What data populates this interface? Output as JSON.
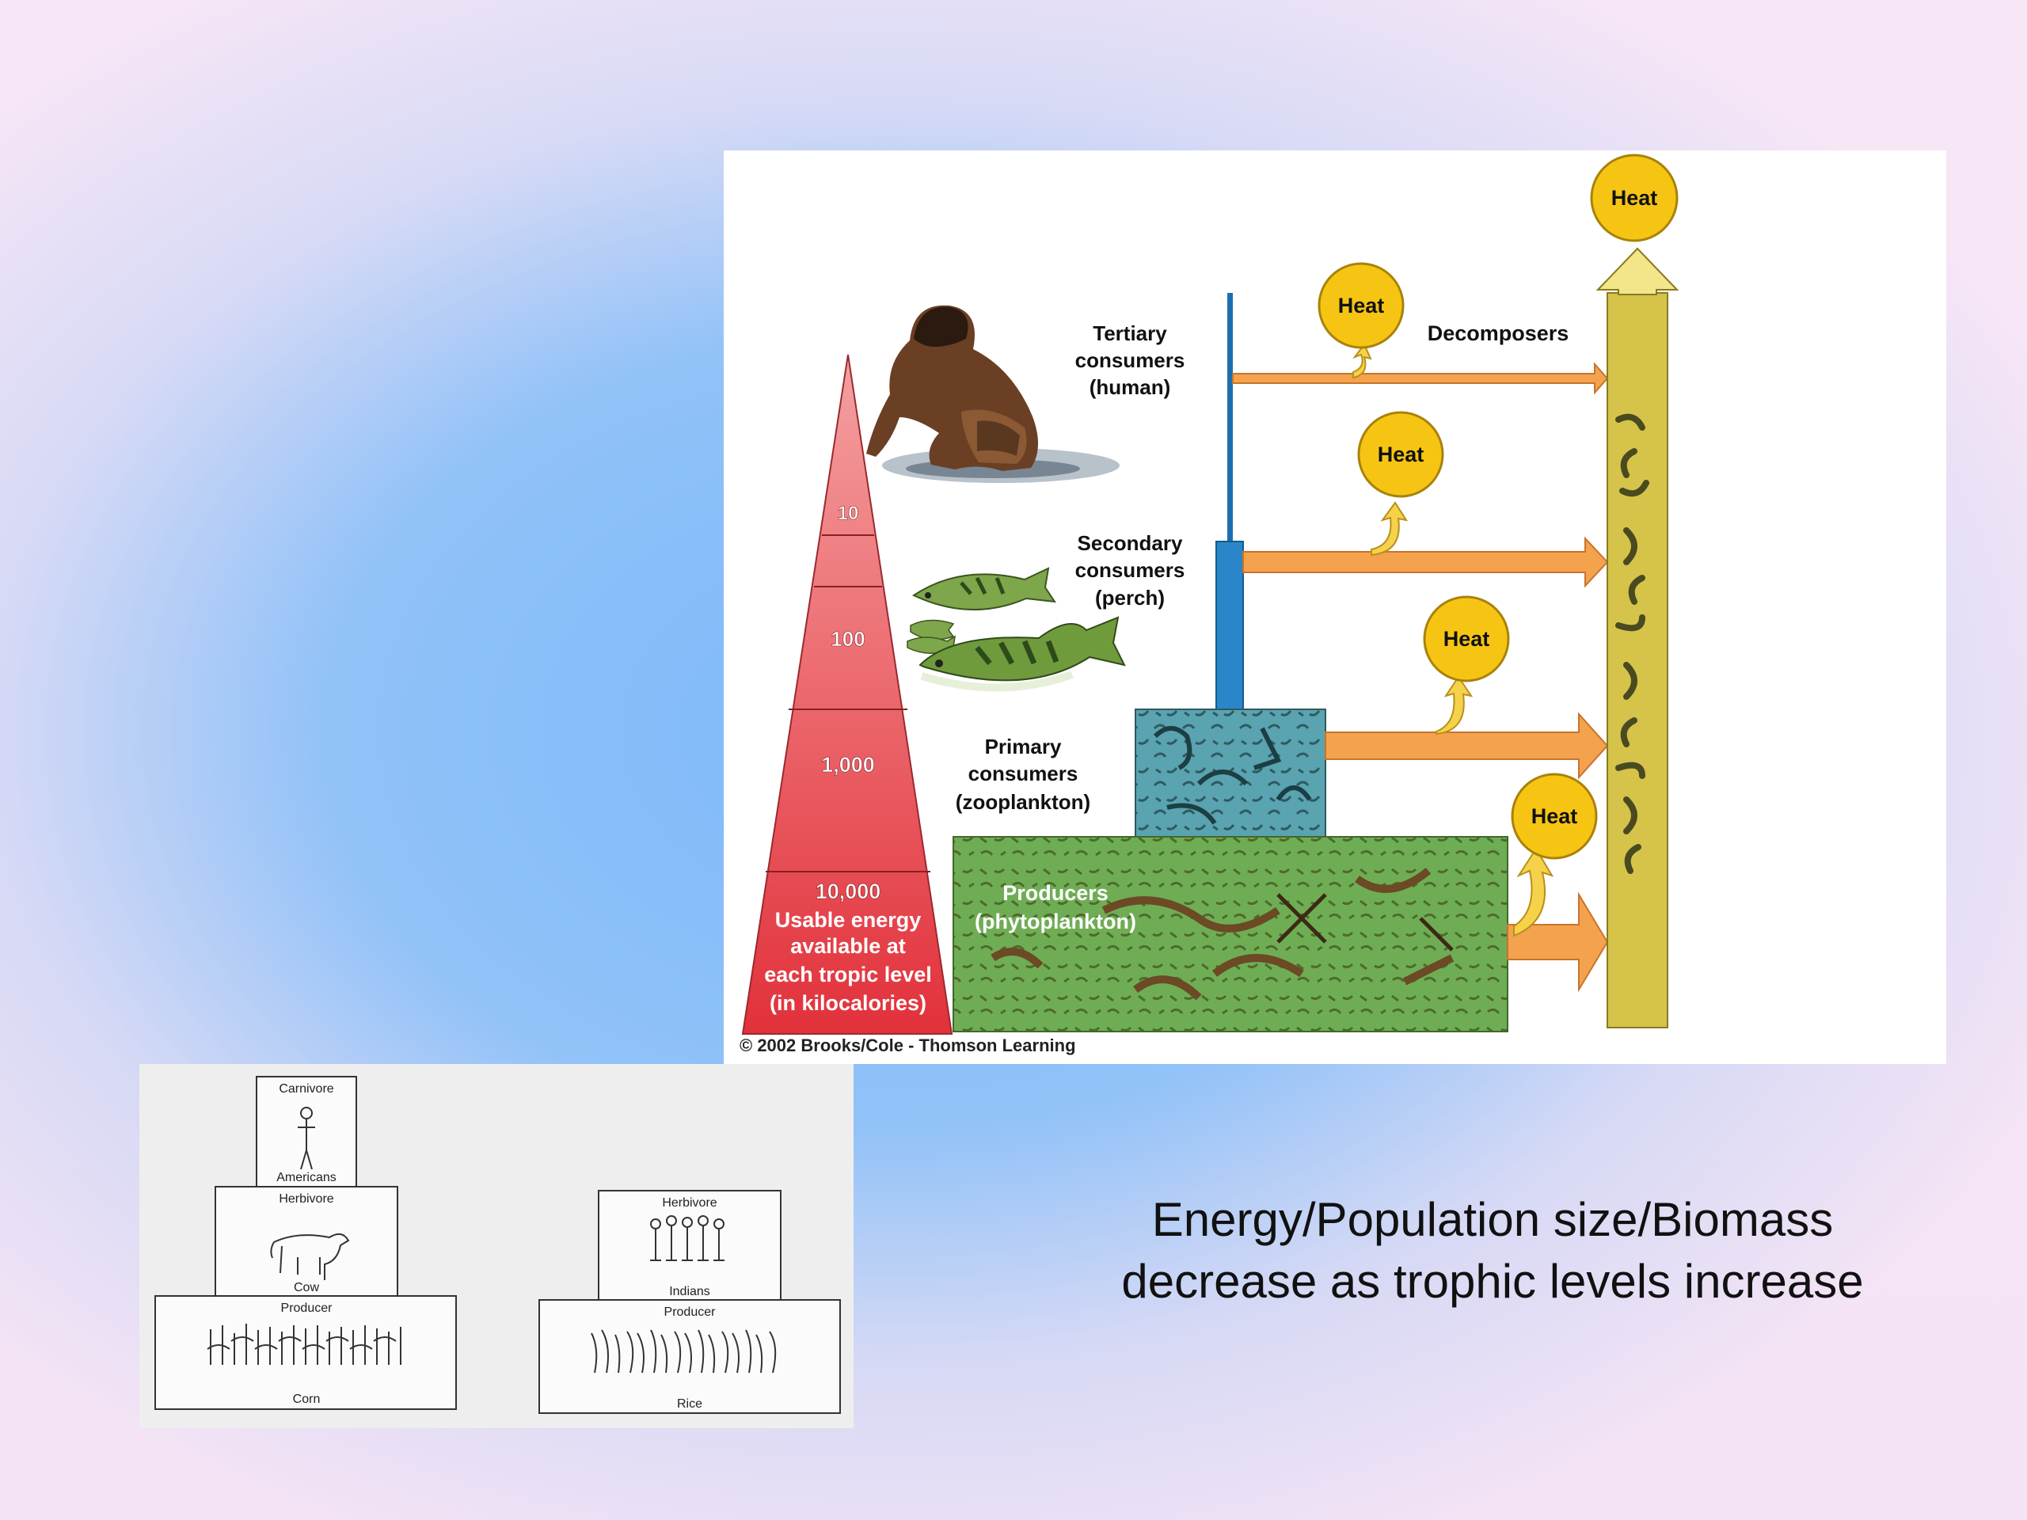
{
  "top_figure": {
    "heat_label": "Heat",
    "decomposers": "Decomposers",
    "tertiary": [
      "Tertiary",
      "consumers",
      "(human)"
    ],
    "secondary": [
      "Secondary",
      "consumers",
      "(perch)"
    ],
    "primary": [
      "Primary",
      "consumers",
      "(zooplankton)"
    ],
    "producers": [
      "Producers",
      "(phytoplankton)"
    ],
    "pyramid_values": [
      "10",
      "100",
      "1,000",
      "10,000"
    ],
    "usable_energy": [
      "Usable energy",
      "available at",
      "each tropic level",
      "(in kilocalories)"
    ],
    "copyright": "© 2002 Brooks/Cole - Thomson Learning",
    "colors": {
      "pyramid": "#e8474f",
      "heat": "#f6c514",
      "arrow": "#f4a24e",
      "decomposer_bar": "#d5c34a",
      "producer_box": "#6fad55",
      "zooplankton_box": "#5aa3b0",
      "pipe": "#2a86c9"
    }
  },
  "bottom_figure": {
    "left_pyramid": {
      "top_level": "Carnivore",
      "top_org": "Americans",
      "mid_level": "Herbivore",
      "mid_org": "Cow",
      "base_level": "Producer",
      "base_org": "Corn"
    },
    "right_pyramid": {
      "mid_level": "Herbivore",
      "mid_org": "Indians",
      "base_level": "Producer",
      "base_org": "Rice"
    }
  },
  "caption": {
    "line1": "Energy/Population size/Biomass",
    "line2": "decrease as trophic levels increase"
  }
}
